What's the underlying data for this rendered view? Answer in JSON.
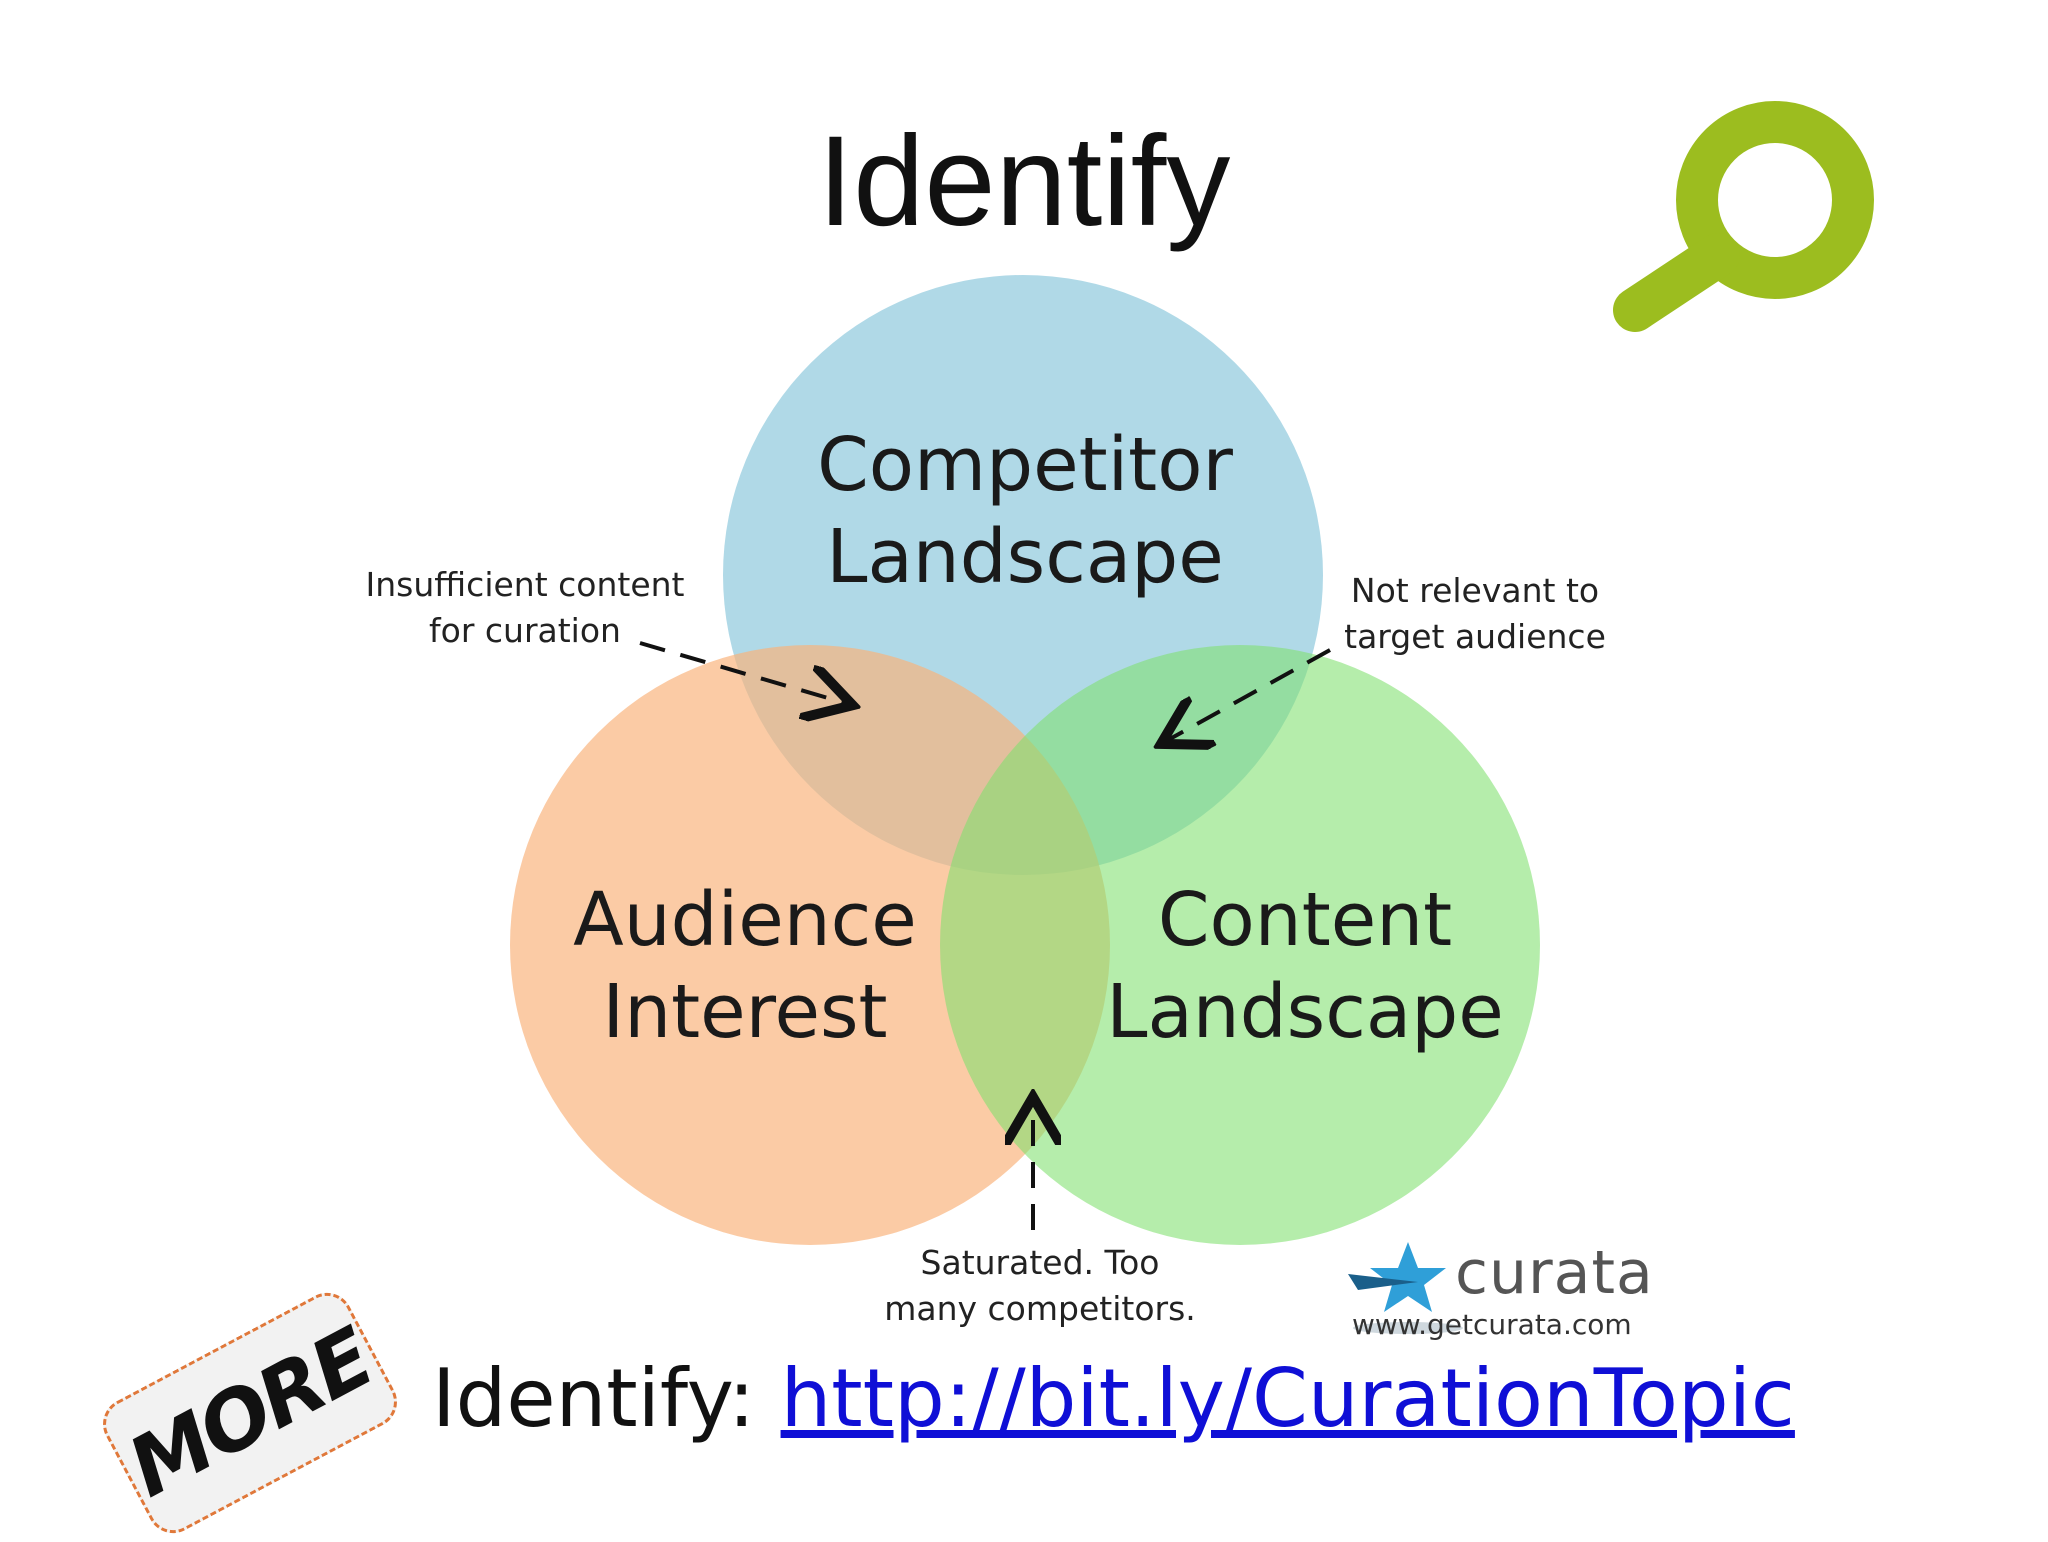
{
  "slide": {
    "title": "Identify",
    "icon": "magnifier-icon",
    "accent_color": "#9cbd1f"
  },
  "venn": {
    "circles": [
      {
        "label": "Competitor\nLandscape",
        "color": "#a9d6e5"
      },
      {
        "label": "Audience\nInterest",
        "color": "#f9c9a1"
      },
      {
        "label": "Content\nLandscape",
        "color": "#b1ecaa"
      }
    ],
    "annotations": {
      "top_left": "Insufficient content\nfor curation",
      "top_right": "Not relevant to\ntarget audience",
      "bottom": "Saturated. Too\nmany competitors."
    }
  },
  "brand": {
    "name": "curata",
    "url": "www.getcurata.com"
  },
  "badge": {
    "label": "MORE"
  },
  "footer": {
    "prefix": "Identify: ",
    "link_text": "http://bit.ly/CurationTopic",
    "link_color": "#0f0fd6"
  }
}
